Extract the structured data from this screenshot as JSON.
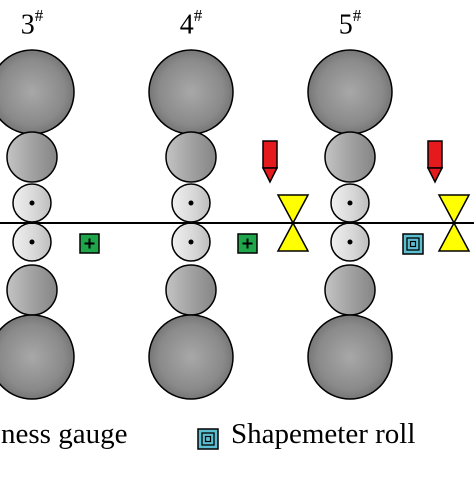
{
  "stands": [
    {
      "number": "3",
      "mark": "#"
    },
    {
      "number": "4",
      "mark": "#"
    },
    {
      "number": "5",
      "mark": "#"
    }
  ],
  "legend": {
    "thickness_gauge_text": "ness gauge",
    "shapemeter_text": "Shapemeter roll"
  },
  "colors": {
    "backup_roll": "#7f7f7f",
    "intermediate_roll": "#9e9e9e",
    "work_roll": "#d9d9d9",
    "thickness_gauge": "#1fa64a",
    "shapemeter": "#5bbfd1",
    "flatness_sensor": "#ffff00",
    "sensor_marker": "#e41a1c"
  },
  "icons": {
    "thickness_gauge": "plus-in-square-icon",
    "shapemeter": "concentric-square-icon",
    "flatness_sensor": "hourglass-icon",
    "sensor_marker": "down-pointer-icon"
  }
}
